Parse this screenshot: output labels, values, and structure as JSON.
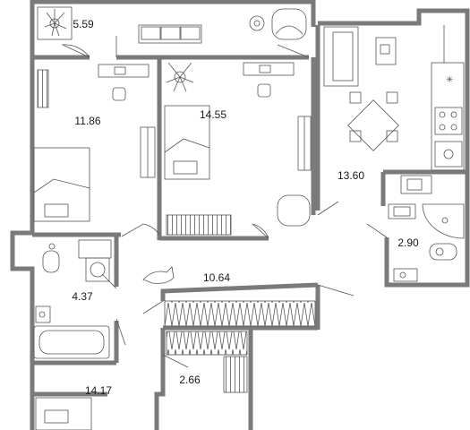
{
  "floor_plan": {
    "rooms": [
      {
        "id": "loggia",
        "area": "5.59"
      },
      {
        "id": "bedroom-1",
        "area": "11.86"
      },
      {
        "id": "bedroom-2",
        "area": "14.55"
      },
      {
        "id": "kitchen-living",
        "area": "13.60"
      },
      {
        "id": "bathroom-small",
        "area": "2.90"
      },
      {
        "id": "hall",
        "area": "10.64"
      },
      {
        "id": "bathroom",
        "area": "4.37"
      },
      {
        "id": "storage",
        "area": "2.66"
      },
      {
        "id": "bedroom-3",
        "area": "14.17"
      }
    ],
    "colors": {
      "wall": "#7a7a7a",
      "line": "#555555",
      "text": "#1a1a1a",
      "background": "#ffffff"
    },
    "icons": [
      "plant-icon",
      "sofa-icon",
      "armchair-icon",
      "bed-icon",
      "desk-icon",
      "chair-icon",
      "wardrobe-icon",
      "dining-table-icon",
      "stove-icon",
      "sink-icon",
      "toilet-icon",
      "bathtub-icon",
      "shower-icon",
      "washing-machine-icon",
      "radiator-icon",
      "cat-icon",
      "lamp-icon"
    ]
  }
}
